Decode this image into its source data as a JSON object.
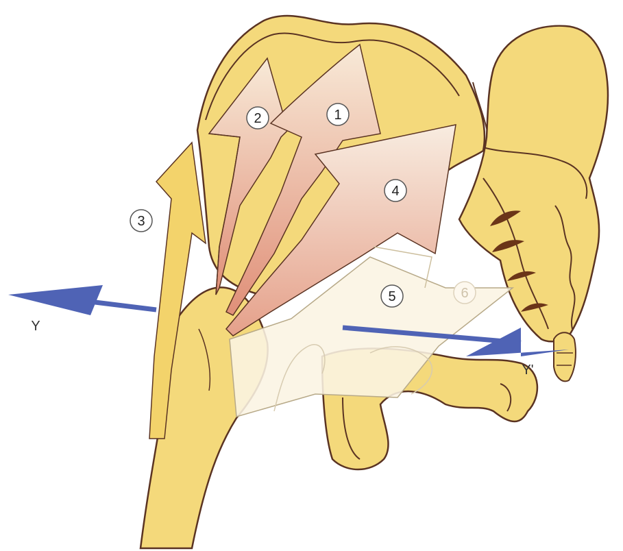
{
  "diagram": {
    "labels": {
      "n1": "1",
      "n2": "2",
      "n3": "3",
      "n4": "4",
      "n5": "5",
      "n6": "6",
      "axis_y": "Y",
      "axis_y_prime": "Y'"
    },
    "colors": {
      "bone_fill": "#f4d97b",
      "bone_outline": "#5a3322",
      "muscle_top": "#f8ead8",
      "muscle_bottom": "#e59a83",
      "gluteus_min_fill": "#f3d36b",
      "overlay_fill": "#fbf4e2",
      "axis_arrow": "#4f63b5",
      "foramen": "#6b3518"
    }
  }
}
